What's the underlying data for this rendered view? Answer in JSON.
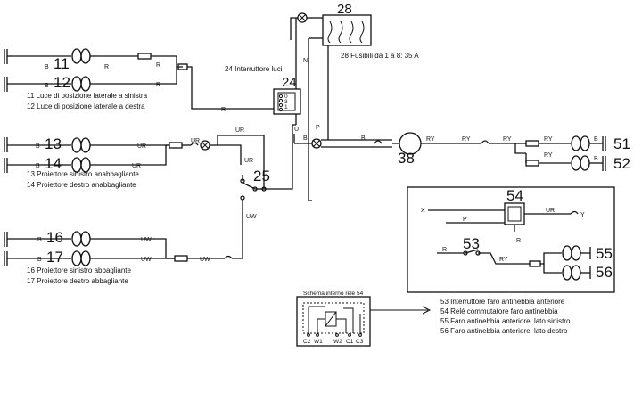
{
  "numbers": {
    "n11": "11",
    "n12": "12",
    "n13": "13",
    "n14": "14",
    "n16": "16",
    "n17": "17",
    "n24": "24",
    "n25": "25",
    "n28": "28",
    "n38": "38",
    "n51": "51",
    "n52": "52",
    "n53": "53",
    "n54": "54",
    "n55": "55",
    "n56": "56"
  },
  "wire_codes": {
    "B": "B",
    "R": "R",
    "N": "N",
    "U": "U",
    "P": "P",
    "UR": "UR",
    "UW": "UW",
    "RY": "RY",
    "X": "X",
    "Y": "Y"
  },
  "captions": {
    "c11": "11   Luce di posizione laterale a sinistra",
    "c12": "12   Luce di posizione laterale a destra",
    "c13": "13   Proiettore sinistro anabbagliante",
    "c14": "14   Proiettore destro anabbagliante",
    "c16": "16   Proiettore sinistro abbagliante",
    "c17": "17   Proiettore destro abbagliante",
    "c24": "24   Interruttore luci",
    "c28": "28   Fusibili da 1 a 8: 35 A",
    "c53": "53   Interruttore faro antinebbia anteriore",
    "c54": "54   Relé commutatore faro antinebbia",
    "c55": "55   Faro antinebbia anteriore, lato sinistro",
    "c56": "56   Faro antinebbia anteriore, lato destro"
  },
  "switch24_terminals": [
    "0",
    "3",
    "0",
    "1",
    "2",
    "0"
  ],
  "relay_panel": {
    "title": "Schema interno relè 54",
    "pins": [
      "C2",
      "W1",
      "W2",
      "C1",
      "C3"
    ]
  }
}
